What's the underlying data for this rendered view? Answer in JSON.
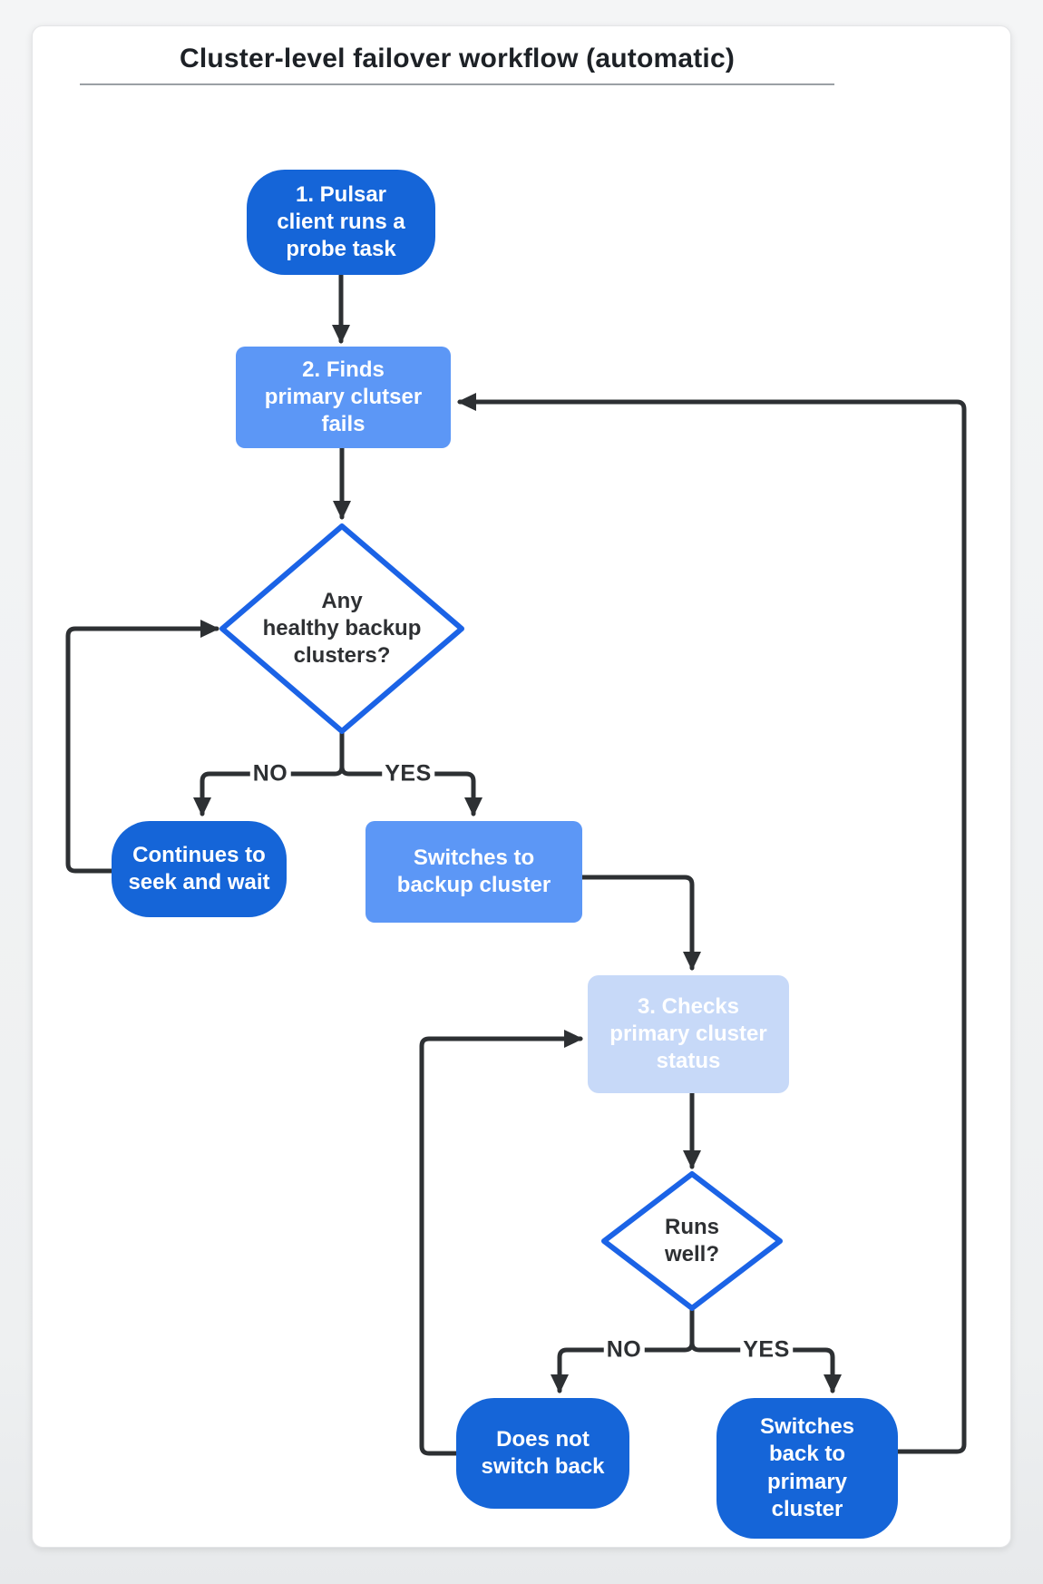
{
  "title": "Cluster-level failover workflow (automatic)",
  "colors": {
    "node_dark_blue": "#1565d8",
    "node_medium_blue": "#5c97f6",
    "node_pale_blue": "#c7d9f8",
    "decision_border": "#1b63e6",
    "decision_fill": "#ffffff",
    "connector": "#2d3033",
    "text_on_blue": "#ffffff",
    "decision_text": "#2e3033",
    "title_text": "#1d2126"
  },
  "nodes": {
    "start": {
      "label": "1. Pulsar\nclient runs a\nprobe task"
    },
    "finds_fails": {
      "label": "2. Finds\nprimary clutser\nfails"
    },
    "any_backup": {
      "label": "Any\nhealthy backup\nclusters?"
    },
    "continues": {
      "label": "Continues to\nseek and wait"
    },
    "switches_backup": {
      "label": "Switches to\nbackup cluster"
    },
    "checks_status": {
      "label": "3. Checks\nprimary cluster\nstatus"
    },
    "runs_well": {
      "label": "Runs\nwell?"
    },
    "does_not_switch": {
      "label": "Does not\nswitch back"
    },
    "switches_back": {
      "label": "Switches\nback to\nprimary\ncluster"
    }
  },
  "edge_labels": {
    "no1": "NO",
    "yes1": "YES",
    "no2": "NO",
    "yes2": "YES"
  }
}
